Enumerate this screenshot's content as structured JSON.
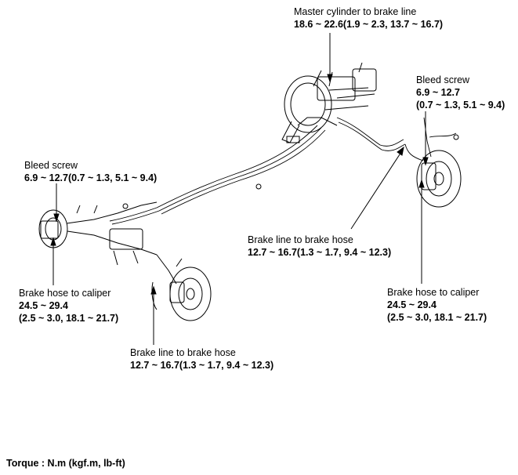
{
  "labels": {
    "master_cyl": {
      "title": "Master cylinder to brake line",
      "value": "18.6 ~ 22.6(1.9 ~ 2.3, 13.7 ~ 16.7)"
    },
    "bleed_right": {
      "title": "Bleed screw",
      "value1": "6.9 ~ 12.7",
      "value2": "(0.7 ~ 1.3, 5.1 ~ 9.4)"
    },
    "bleed_left": {
      "title": "Bleed screw",
      "value": "6.9 ~ 12.7(0.7 ~ 1.3, 5.1 ~ 9.4)"
    },
    "line_hose_mid": {
      "title": "Brake line to brake hose",
      "value": "12.7 ~ 16.7(1.3 ~ 1.7, 9.4 ~ 12.3)"
    },
    "hose_caliper_left": {
      "title": "Brake hose to caliper",
      "value1": "24.5 ~ 29.4",
      "value2": "(2.5 ~ 3.0, 18.1 ~ 21.7)"
    },
    "hose_caliper_right": {
      "title": "Brake hose to caliper",
      "value1": "24.5 ~ 29.4",
      "value2": "(2.5 ~ 3.0, 18.1 ~ 21.7)"
    },
    "line_hose_bottom": {
      "title": "Brake line to brake hose",
      "value": "12.7 ~ 16.7(1.3 ~ 1.7, 9.4 ~ 12.3)"
    }
  },
  "footer": {
    "torque": "Torque : N.m (kgf.m, lb-ft)"
  }
}
